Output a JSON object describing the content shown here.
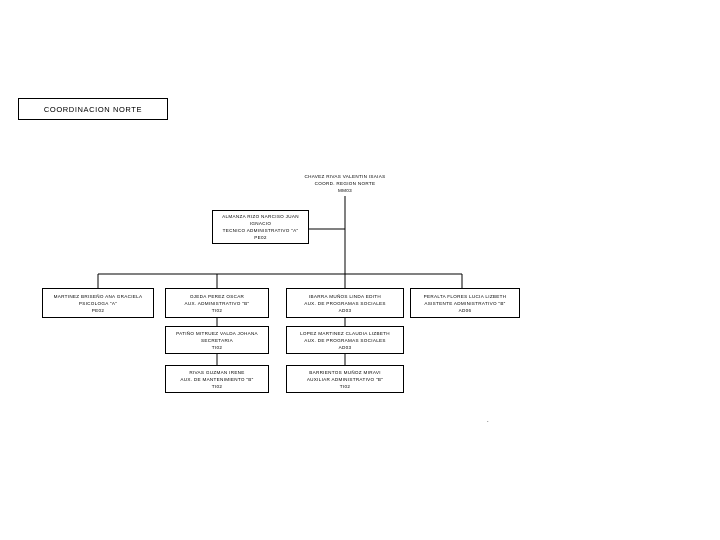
{
  "header": {
    "title": "COORDINACION NORTE"
  },
  "nodes": {
    "head": {
      "lines": [
        "CHAVEZ RIVAS VALENTIN ISAIAS",
        "COORD. REGION NORTE",
        "MM03"
      ]
    },
    "assistant": {
      "lines": [
        "ALMANZA RIZO NARCISO JUAN",
        "IGNACIO",
        "TECNICO ADMINISTRATIVO \"A\"",
        "PE02"
      ]
    },
    "martinez": {
      "lines": [
        "MARTINEZ BRISEÑO ANA GRACIELA",
        "PSICOLOGA \"A\"",
        "PE02"
      ]
    },
    "ojeda": {
      "lines": [
        "OJEDA PEREZ OSCAR",
        "AUX. ADMINISTRATIVO \"B\"",
        "TI02"
      ]
    },
    "patiño": {
      "lines": [
        "PATIÑO MITRUEZ VALDA JOHANA",
        "SECRETARIA",
        "TI02"
      ]
    },
    "rivas": {
      "lines": [
        "RIVAS GUZMAN IRENE",
        "AUX. DE MANTENIMIENTO \"B\"",
        "TI02"
      ]
    },
    "ibarra": {
      "lines": [
        "IBARRA MUÑOS LINDA EDITH",
        "AUX. DE PROGRAMAS SOCIALES",
        "AD03"
      ]
    },
    "lopez": {
      "lines": [
        "LOPEZ MARTINEZ CLAUDIA LIZBETH",
        "AUX. DE PROGRAMAS SOCIALES",
        "AD03"
      ]
    },
    "barrientos": {
      "lines": [
        "BARRIENTOS MUÑOZ MIRAVI",
        "AUXILIAR ADMINISTRATIVO \"B\"",
        "TI02"
      ]
    },
    "peralta": {
      "lines": [
        "PERALTA FLORES LUCIA LIZBETH",
        "ASISTENTE ADMINISTRATIVO \"B\"",
        "AD06"
      ]
    }
  },
  "footer_mark": "."
}
